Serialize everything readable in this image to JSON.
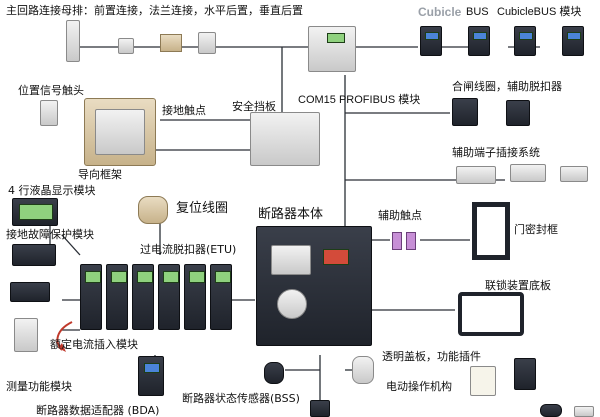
{
  "labels": {
    "busbar": "主回路连接母排：前置连接，法兰连接，水平后置，垂直后置",
    "cubicle_prefix": "Cubicle",
    "bus_box": "BUS",
    "cubicle_module": "CubicleBUS 模块",
    "position_contact": "位置信号触头",
    "ground_contact": "接地触点",
    "safety_shutter": "安全挡板",
    "com15": "COM15 PROFIBUS 模块",
    "closing_coil": "合闸线圈，辅助脱扣器",
    "guide_frame": "导向框架",
    "aux_terminal": "辅助端子插接系统",
    "lcd4": "4 行液晶显示模块",
    "reset_coil": "复位线圈",
    "breaker_body": "断路器本体",
    "aux_contact": "辅助触点",
    "door_seal": "门密封框",
    "ground_fault": "接地故障保护模块",
    "etu": "过电流脱扣器(ETU)",
    "interlock_base": "联锁装置底板",
    "rated_plug": "额定电流插入模块",
    "transparent_cover": "透明盖板，功能插件",
    "measure": "测量功能模块",
    "motor_op": "电动操作机构",
    "bss": "断路器状态传感器(BSS)",
    "bda": "断路器数据适配器 (BDA)"
  },
  "colors": {
    "line": "#2a2f36",
    "arrow": "#c0392b",
    "device_dark": "#2b3038",
    "device_light": "#e4e4e4"
  },
  "icons": [
    "busbar-connector-icon",
    "breaker-body-icon",
    "etu-module-icon",
    "lcd-module-icon",
    "coil-icon",
    "motor-icon"
  ]
}
